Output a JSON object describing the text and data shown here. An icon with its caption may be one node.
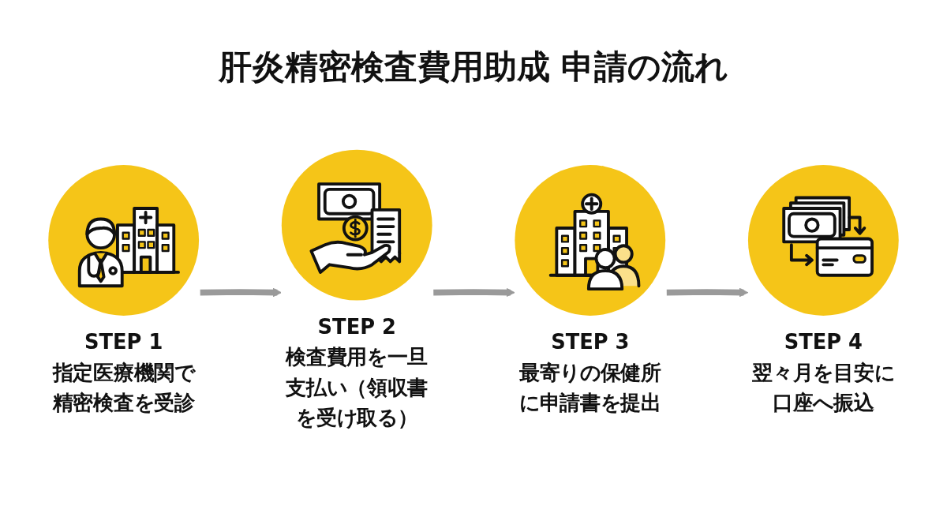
{
  "diagram": {
    "title": "肝炎精密検査費用助成 申請の流れ",
    "nodes": [
      {
        "text": [
          "STEP 1",
          "指定医療機関で精密検査を受診"
        ]
      },
      {
        "text": [
          "STEP 2",
          "検査費用を一旦支払い（領収書を受け取る）"
        ]
      },
      {
        "text": [
          "STEP 3",
          "最寄りの保健所に申請書を提出"
        ]
      },
      {
        "text": [
          "STEP 4",
          "翌々月を目安に口座へ振込"
        ]
      }
    ],
    "edges": [
      {
        "from": 0,
        "to": 1,
        "arrow": "to"
      },
      {
        "from": 1,
        "to": 2,
        "arrow": "to"
      },
      {
        "from": 2,
        "to": 3,
        "arrow": "to"
      }
    ]
  }
}
